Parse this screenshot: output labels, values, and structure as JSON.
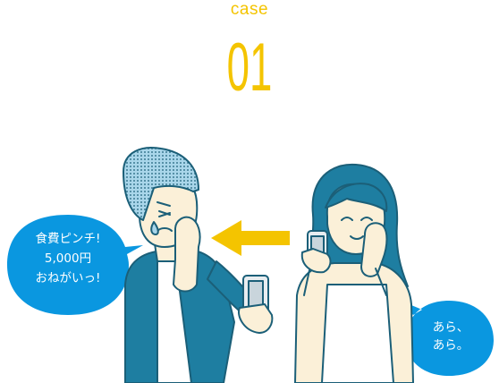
{
  "header": {
    "case_label": "case",
    "case_number": "01"
  },
  "bubbles": {
    "left_lines": [
      "食費ピンチ!",
      "5,000円",
      "おねがいっ!"
    ],
    "right_lines": [
      "あら、",
      "あら。"
    ]
  },
  "colors": {
    "accent_yellow": "#f4c400",
    "bubble_blue": "#0a97e0",
    "outline_teal": "#1b5f78",
    "skin": "#fbf0d8"
  }
}
